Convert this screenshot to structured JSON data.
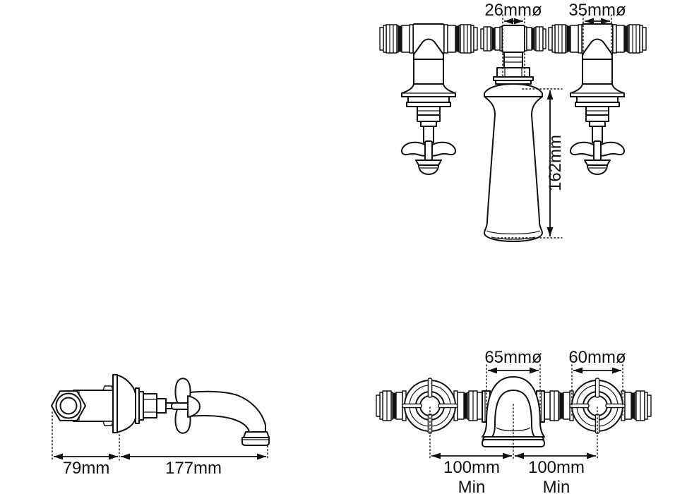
{
  "colors": {
    "background": "#ffffff",
    "line": "#111111"
  },
  "front_view": {
    "label_center_connector": "26mmø",
    "label_side_connector": "35mmø",
    "label_height": "162mm"
  },
  "side_view": {
    "label_wall_depth": "79mm",
    "label_spout_reach": "177mm"
  },
  "plan_view": {
    "label_spout_base": "65mmø",
    "label_handle_base": "60mmø",
    "label_left_spacing": "100mm",
    "label_left_spacing_qualifier": "Min",
    "label_right_spacing": "100mm",
    "label_right_spacing_qualifier": "Min"
  }
}
